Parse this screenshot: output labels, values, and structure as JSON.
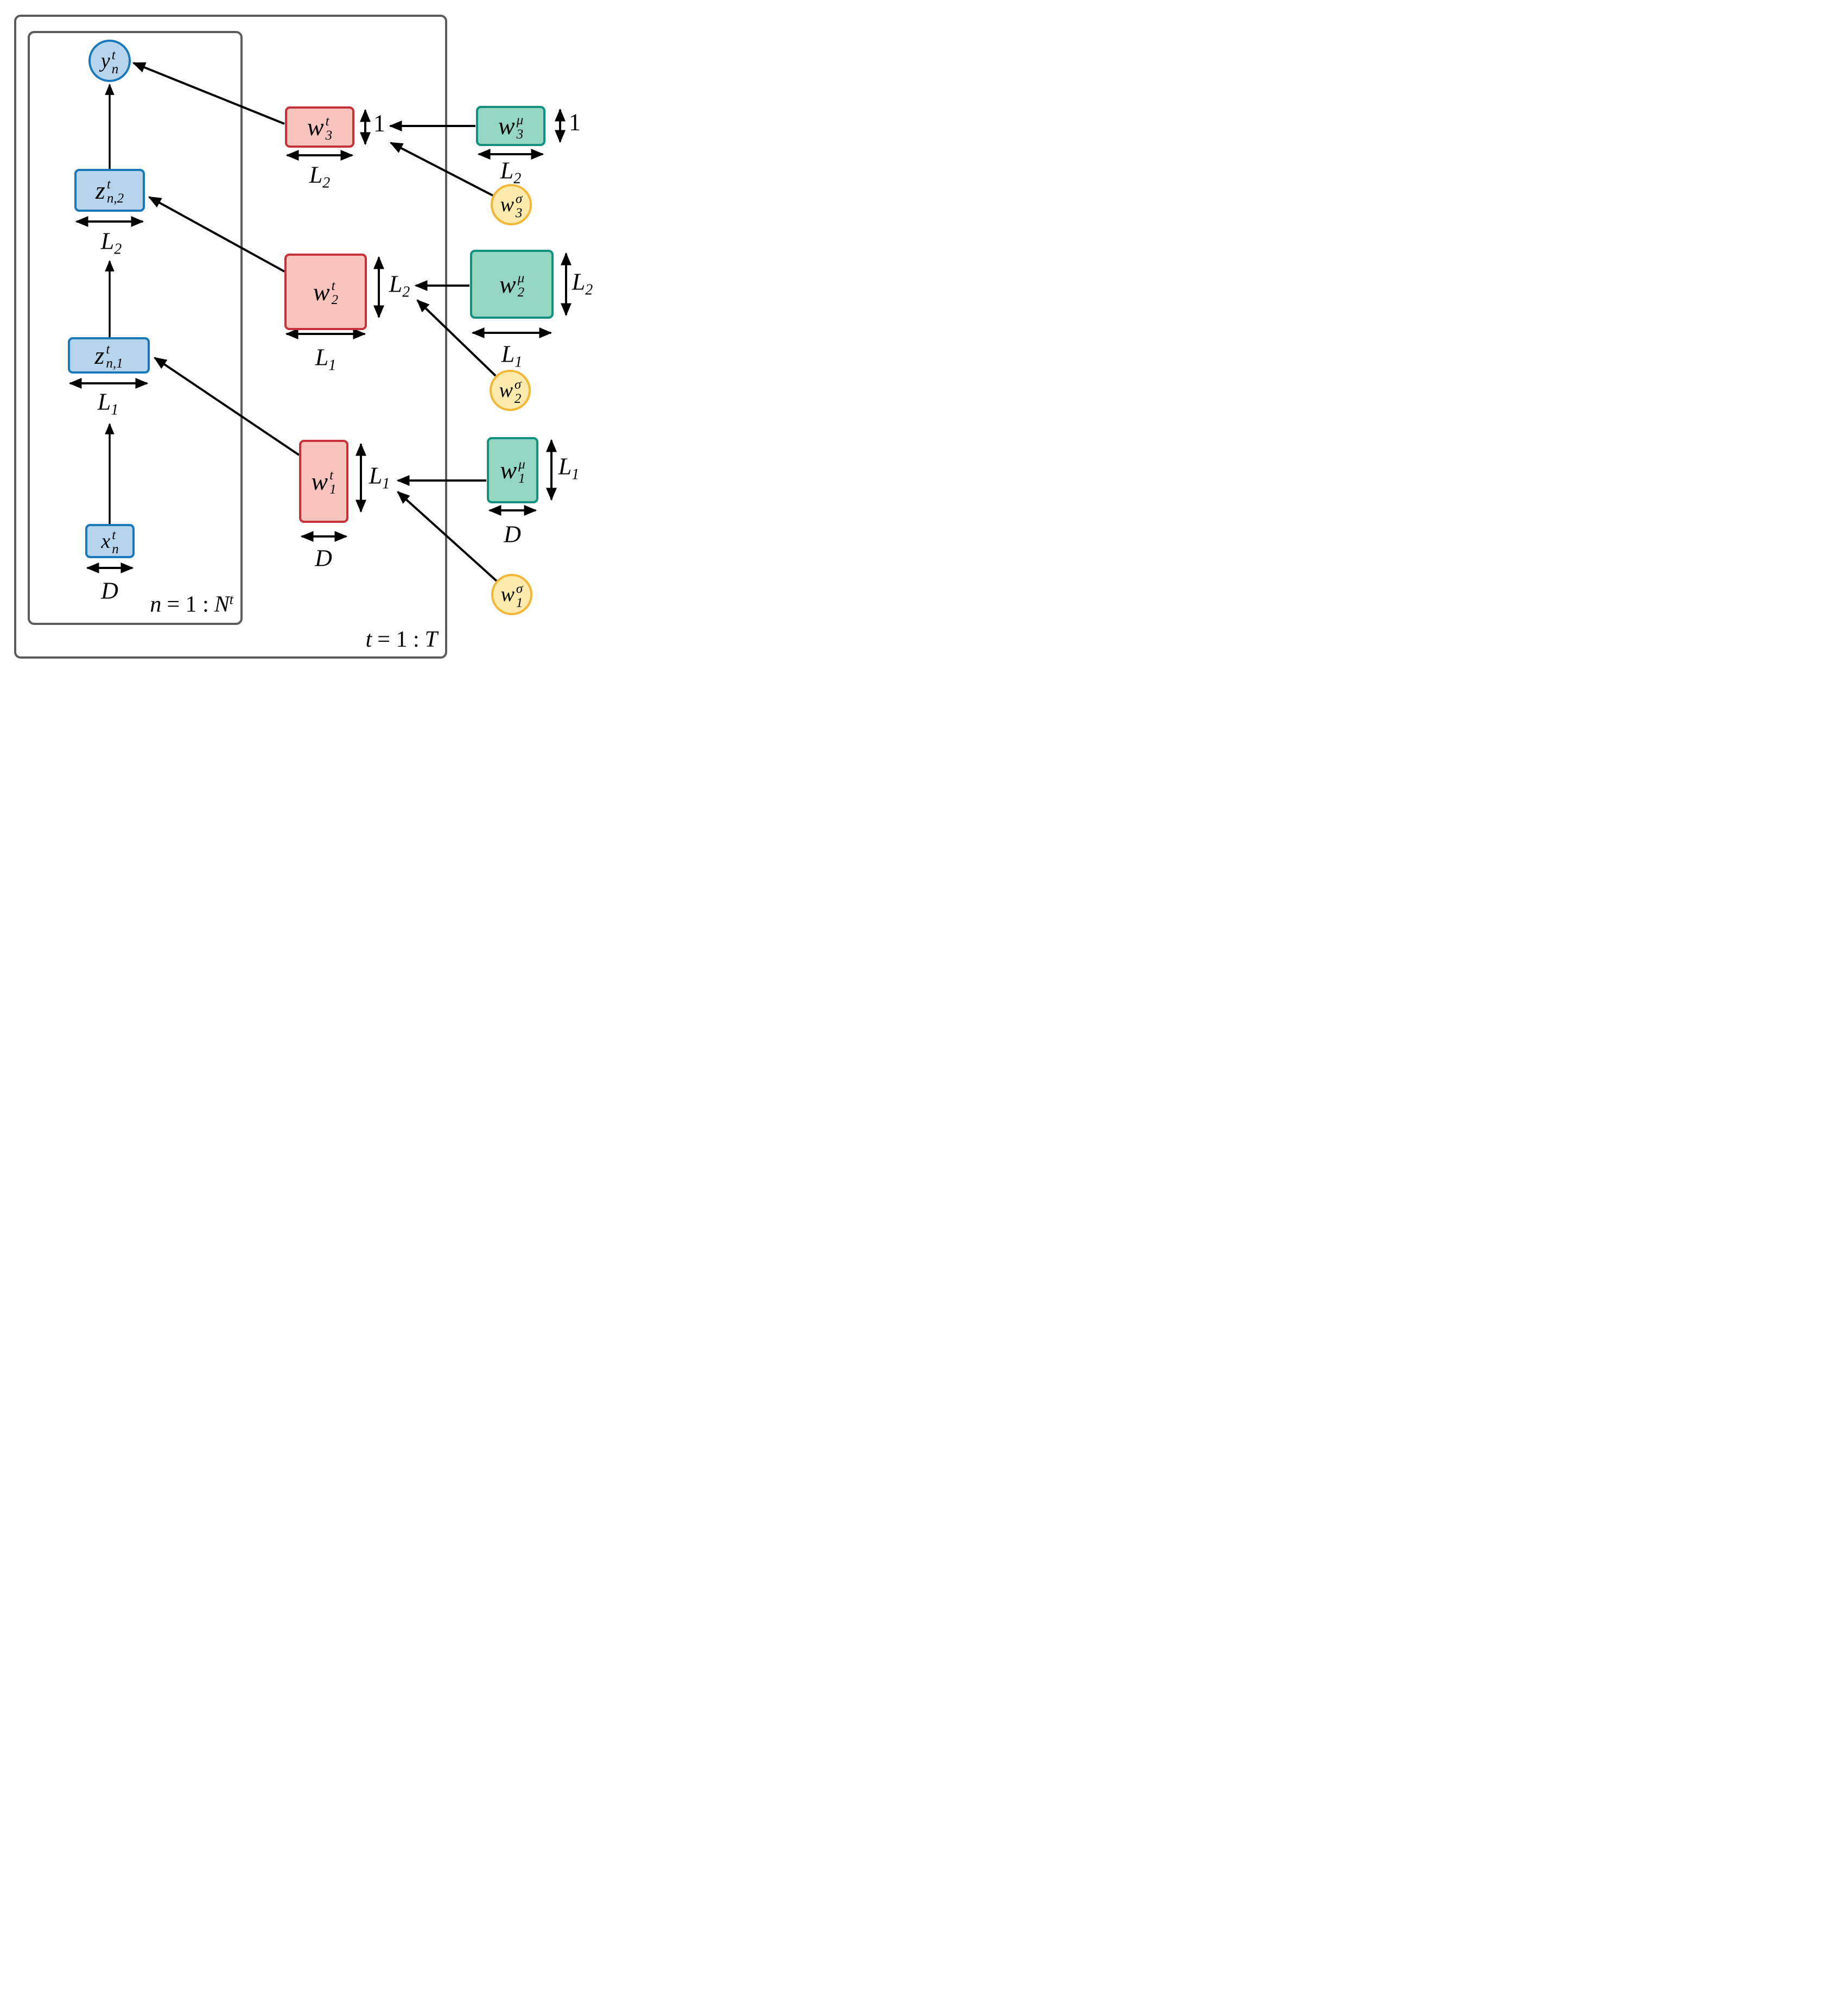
{
  "figure": {
    "type": "plate-diagram",
    "plates": {
      "outer": {
        "label_lhs": "t",
        "label_mid": "= 1 :",
        "label_rhs": "T"
      },
      "inner": {
        "label_lhs": "n",
        "label_mid": "= 1 :",
        "label_rhs": "N",
        "label_rhs_sup": "t"
      }
    },
    "nodes": {
      "y": {
        "base": "y",
        "sup": "t",
        "sub": "n"
      },
      "z2": {
        "base": "z",
        "sup": "t",
        "sub": "n,2"
      },
      "z1": {
        "base": "z",
        "sup": "t",
        "sub": "n,1"
      },
      "x": {
        "base": "x",
        "sup": "t",
        "sub": "n"
      },
      "w3t": {
        "base": "w",
        "sup": "t",
        "sub": "3"
      },
      "w2t": {
        "base": "w",
        "sup": "t",
        "sub": "2"
      },
      "w1t": {
        "base": "w",
        "sup": "t",
        "sub": "1"
      },
      "w3mu": {
        "base": "w",
        "sup": "μ",
        "sub": "3"
      },
      "w2mu": {
        "base": "w",
        "sup": "μ",
        "sub": "2"
      },
      "w1mu": {
        "base": "w",
        "sup": "μ",
        "sub": "1"
      },
      "w3sigma": {
        "base": "w",
        "sup": "σ",
        "sub": "3"
      },
      "w2sigma": {
        "base": "w",
        "sup": "σ",
        "sub": "2"
      },
      "w1sigma": {
        "base": "w",
        "sup": "σ",
        "sub": "1"
      }
    },
    "dims": {
      "z2_width": {
        "base": "L",
        "sub": "2"
      },
      "z1_width": {
        "base": "L",
        "sub": "1"
      },
      "x_width": {
        "base": "D"
      },
      "w3t_height": {
        "base": "1"
      },
      "w3t_width": {
        "base": "L",
        "sub": "2"
      },
      "w2t_height": {
        "base": "L",
        "sub": "2"
      },
      "w2t_width": {
        "base": "L",
        "sub": "1"
      },
      "w1t_height": {
        "base": "L",
        "sub": "1"
      },
      "w1t_width": {
        "base": "D"
      },
      "w3mu_height": {
        "base": "1"
      },
      "w3mu_width": {
        "base": "L",
        "sub": "2"
      },
      "w2mu_height": {
        "base": "L",
        "sub": "2"
      },
      "w2mu_width": {
        "base": "L",
        "sub": "1"
      },
      "w1mu_height": {
        "base": "L",
        "sub": "1"
      },
      "w1mu_width": {
        "base": "D"
      }
    },
    "colors": {
      "data_node_fill": "#b6d5ec",
      "data_node_border": "#1878ba",
      "task_weight_fill": "#fac4be",
      "task_weight_border": "#c5323a",
      "mean_weight_fill": "#95d6c2",
      "mean_weight_border": "#11917e",
      "std_weight_fill": "#fdeaac",
      "std_weight_border": "#f2b736",
      "plate_border": "#5c5c5c",
      "edge_color": "#000000"
    }
  }
}
